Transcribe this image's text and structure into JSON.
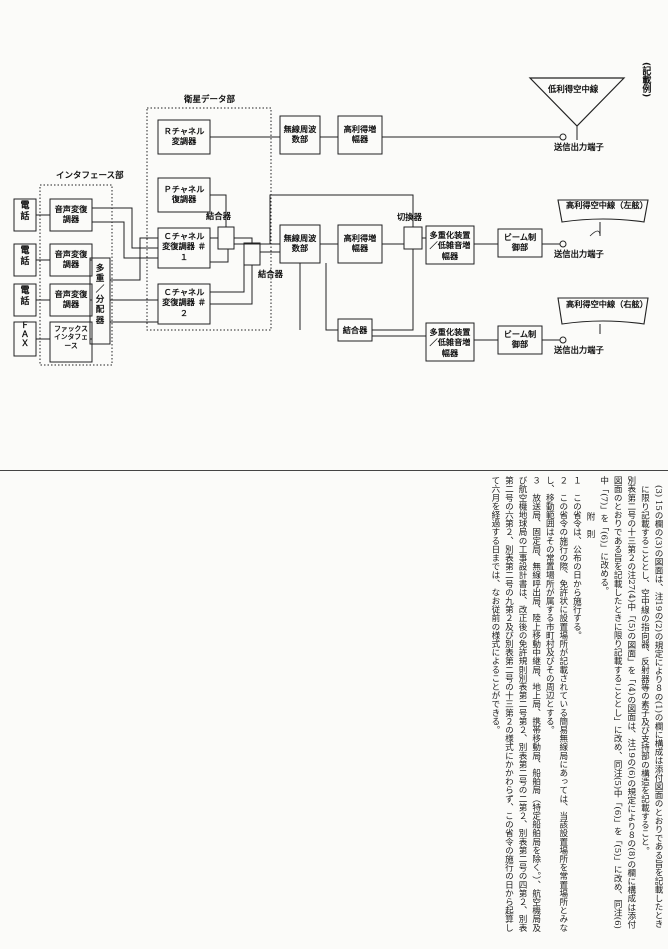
{
  "diagram": {
    "note": "(記載例)",
    "groups": {
      "interface": "インタフェース部",
      "satellite": "衛星データ部"
    },
    "terminals": {
      "phone": "電話",
      "fax": "ＦＡＸ"
    },
    "blocks": {
      "voice_codec": "音声変復調器",
      "fax_interface": "ファックスインタフェース",
      "multiplexer": "多重／分配器",
      "r_channel_modem": "Ｒチャネル変調器",
      "p_channel_demod": "Ｐチャネル復調器",
      "c_channel_modem_1": "Ｃチャネル変復調器 ＃１",
      "c_channel_modem_2": "Ｃチャネル変復調器 ＃２",
      "coupler": "結合器",
      "radio_freq": "無線周波数部",
      "hpa": "高利得増幅器",
      "switcher": "切換器",
      "mux_lna": "多重化装置／低雑音増幅器",
      "beam_control": "ビーム制御部"
    },
    "antennas": {
      "low_gain": "低利得空中線",
      "high_gain_left": "高利得空中線（左舷）",
      "high_gain_right": "高利得空中線（右舷）"
    },
    "tx_terminal": "送信出力端子"
  },
  "text": {
    "p1": "(3) 15の欄の(3)の図面は、注19の(2)の規定により８の(1)の欄に構成は添付図面のとおりである旨を記載したときに限り記載することとし、空中線の指向器、反射器等の素子及び支持部の構造を記載すること。",
    "p2": "別表第二号の十三第２の注27(4)中「(5)の図面」を「(4)の図面は、注19の(6)の規定により８の(8)の欄に構成は添付図面のとおりである旨を記載したときに限り記載することとし」に改め、同注(5)中「(6)」を「(5)」に改め、同注(6)中「(7)」を「(6)」に改める。",
    "fusoku": "附　則",
    "s1": "１　この省令は、公布の日から施行する。",
    "s2": "２　この省令の施行の際、免許状に設置場所が記載されている簡易無線局にあっては、当該設置場所を常置場所とみなし、移動範囲はその常置場所が属する市町村及びその周辺とする。",
    "s3": "３　放送局、固定局、無線呼出局、陸上移動中継局、地上局、携帯移動局、船舶局（特定船舶局を除く。）、航空機局及び航空機地球局の工事設計書は、改正後の免許規則別表第二号第２、別表第二号の二第２、別表第二号の四第２、別表第二号の六第２、別表第二号の九第２及び別表第二号の十三第２の様式にかかわらず、この省令の施行の日から起算して六月を経過する日までは、なお従前の様式によることができる。"
  }
}
